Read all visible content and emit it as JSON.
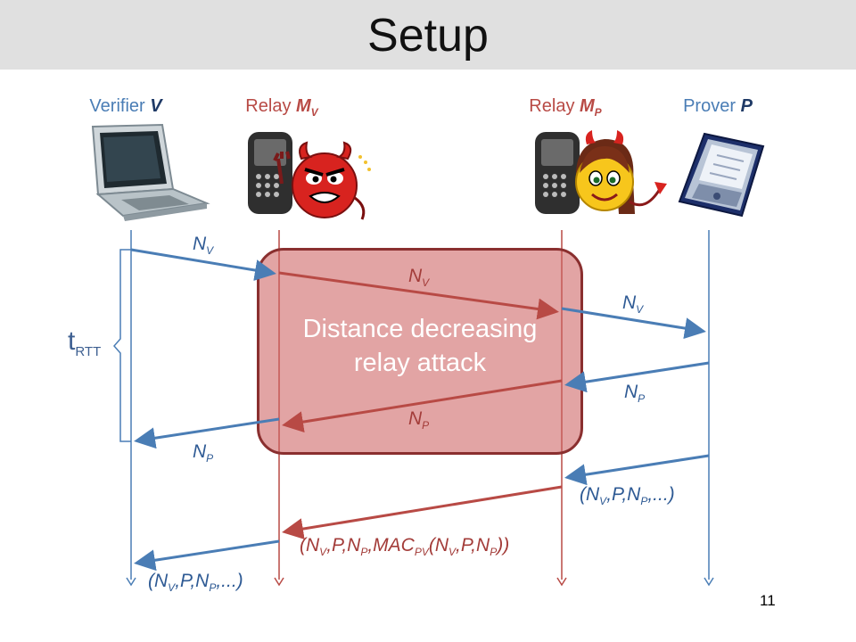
{
  "title": "Setup",
  "actors": {
    "verifier": {
      "label": "Verifier",
      "symbol": "V"
    },
    "relay_v": {
      "label": "Relay",
      "symbol": "M",
      "sub": "V"
    },
    "relay_p": {
      "label": "Relay",
      "symbol": "M",
      "sub": "P"
    },
    "prover": {
      "label": "Prover",
      "symbol": "P"
    }
  },
  "icons": {
    "verifier": "laptop-icon",
    "relay_v": "devil-with-phone-icon",
    "relay_p": "she-devil-with-phone-icon",
    "prover": "pda-icon"
  },
  "attack_box": {
    "line1": "Distance decreasing",
    "line2": "relay attack"
  },
  "rtt": {
    "main": "t",
    "sub": "RTT"
  },
  "messages": {
    "m1": {
      "base": "N",
      "sub": "V"
    },
    "m2": {
      "base": "N",
      "sub": "V"
    },
    "m3": {
      "base": "N",
      "sub": "V"
    },
    "m4": {
      "base": "N",
      "sub": "P"
    },
    "m5": {
      "base": "N",
      "sub": "P"
    },
    "m6": {
      "base": "N",
      "sub": "P"
    },
    "m7": {
      "p1": "(N",
      "s1": "V",
      "p2": ",P,N",
      "s2": "P",
      "p3": ",...)"
    },
    "m8": {
      "p1": "(N",
      "s1": "V",
      "p2": ",P,N",
      "s2": "P",
      "p3": ",MAC",
      "s3": "PV",
      "p4": "(N",
      "s4": "V",
      "p5": ",P,N",
      "s5": "P",
      "p6": "))"
    },
    "m9": {
      "p1": "(N",
      "s1": "V",
      "p2": ",P,N",
      "s2": "P",
      "p3": ",...)"
    }
  },
  "colors": {
    "blue": "#4a7db5",
    "red": "#b84a45",
    "attack_fill": "#cd6262",
    "attack_border": "#8a2f2f",
    "title_bar": "#e0e0e0"
  },
  "page_number": "11"
}
